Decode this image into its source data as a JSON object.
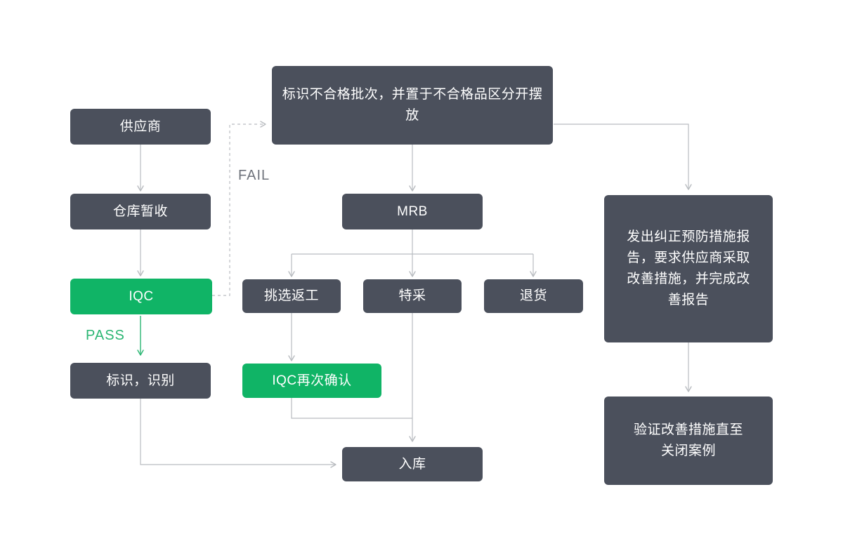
{
  "diagram": {
    "title": "IQC incoming quality control flowchart",
    "colors": {
      "node_dark": "#4b505c",
      "node_green": "#10b466",
      "wire_gray": "#b9bcc0",
      "label_gray": "#6f737c",
      "label_green": "#2bb673",
      "background": "#ffffff",
      "node_text": "#ffffff"
    },
    "nodes": [
      {
        "id": "supplier",
        "label": "供应商",
        "style": "dark"
      },
      {
        "id": "warehouse_hold",
        "label": "仓库暂收",
        "style": "dark"
      },
      {
        "id": "iqc",
        "label": "IQC",
        "style": "green"
      },
      {
        "id": "mark_identify",
        "label": "标识，识别",
        "style": "dark"
      },
      {
        "id": "mark_ncr",
        "label": "标识不合格批次，并置于不合格品区分开摆放",
        "style": "dark"
      },
      {
        "id": "mrb",
        "label": "MRB",
        "style": "dark"
      },
      {
        "id": "sort_rework",
        "label": "挑选返工",
        "style": "dark"
      },
      {
        "id": "special_accept",
        "label": "特采",
        "style": "dark"
      },
      {
        "id": "return_goods",
        "label": "退货",
        "style": "dark"
      },
      {
        "id": "iqc_recheck",
        "label": "IQC再次确认",
        "style": "green"
      },
      {
        "id": "stock_in",
        "label": "入库",
        "style": "dark"
      },
      {
        "id": "car_report",
        "label": "发出纠正预防措施报告，要求供应商采取改善措施，并完成改善报告",
        "style": "dark"
      },
      {
        "id": "verify_close",
        "label": "验证改善措施直至关闭案例",
        "style": "dark"
      }
    ],
    "edge_labels": [
      {
        "id": "fail",
        "text": "FAIL",
        "style": "gray"
      },
      {
        "id": "pass",
        "text": "PASS",
        "style": "green"
      }
    ]
  }
}
